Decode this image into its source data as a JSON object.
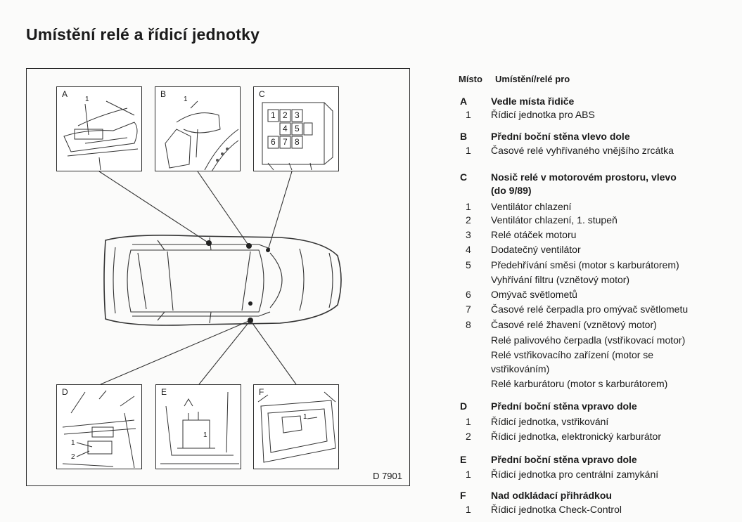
{
  "title": "Umístění relé a řídicí jednotky",
  "figure": {
    "code": "D 7901",
    "panels": [
      {
        "letter": "A",
        "numbers": [
          "1"
        ]
      },
      {
        "letter": "B",
        "numbers": [
          "1"
        ]
      },
      {
        "letter": "C",
        "numbers": [
          "1",
          "2",
          "3",
          "4",
          "5",
          "6",
          "7",
          "8"
        ]
      },
      {
        "letter": "D",
        "numbers": [
          "1",
          "2"
        ]
      },
      {
        "letter": "E",
        "numbers": [
          "1"
        ]
      },
      {
        "letter": "F",
        "numbers": [
          "1"
        ]
      }
    ]
  },
  "legend": {
    "header": {
      "key": "Místo",
      "value": "Umístění/relé pro"
    },
    "sections": [
      {
        "key": "A",
        "title": "Vedle místa řidiče",
        "items": [
          {
            "n": "1",
            "text": "Řídicí jednotka pro ABS"
          }
        ]
      },
      {
        "key": "B",
        "title": "Přední boční stěna vlevo dole",
        "items": [
          {
            "n": "1",
            "text": "Časové relé vyhřívaného vnějšího zrcátka"
          }
        ]
      },
      {
        "key": "C",
        "title": "Nosič relé v motorovém prostoru, vlevo",
        "title2": "(do 9/89)",
        "items": [
          {
            "n": "1",
            "text": "Ventilátor chlazení"
          },
          {
            "n": "2",
            "text": "Ventilátor chlazení, 1. stupeň"
          },
          {
            "n": "3",
            "text": "Relé otáček motoru"
          },
          {
            "n": "4",
            "text": "Dodatečný ventilátor"
          },
          {
            "n": "5",
            "text": "Předehřívání směsi (motor s karburátorem)",
            "extra": [
              "Vyhřívání filtru (vznětový motor)"
            ]
          },
          {
            "n": "6",
            "text": "Omývač světlometů"
          },
          {
            "n": "7",
            "text": "Časové relé čerpadla pro omývač světlometu"
          },
          {
            "n": "8",
            "text": "Časové relé žhavení (vznětový motor)",
            "extra": [
              "Relé palivového čerpadla (vstřikovací motor)",
              "Relé vstřikovacího zařízení (motor se",
              "vstřikováním)",
              "Relé karburátoru (motor s karburátorem)"
            ]
          }
        ]
      },
      {
        "key": "D",
        "title": "Přední boční stěna vpravo dole",
        "items": [
          {
            "n": "1",
            "text": "Řídicí jednotka, vstřikování"
          },
          {
            "n": "2",
            "text": "Řídicí jednotka, elektronický karburátor"
          }
        ]
      },
      {
        "key": "E",
        "title": "Přední boční stěna vpravo dole",
        "items": [
          {
            "n": "1",
            "text": "Řídicí jednotka pro centrální zamykání"
          }
        ]
      },
      {
        "key": "F",
        "title": "Nad odkládací přihrádkou",
        "items": [
          {
            "n": "1",
            "text": "Řídicí jednotka Check-Control"
          }
        ]
      }
    ]
  }
}
